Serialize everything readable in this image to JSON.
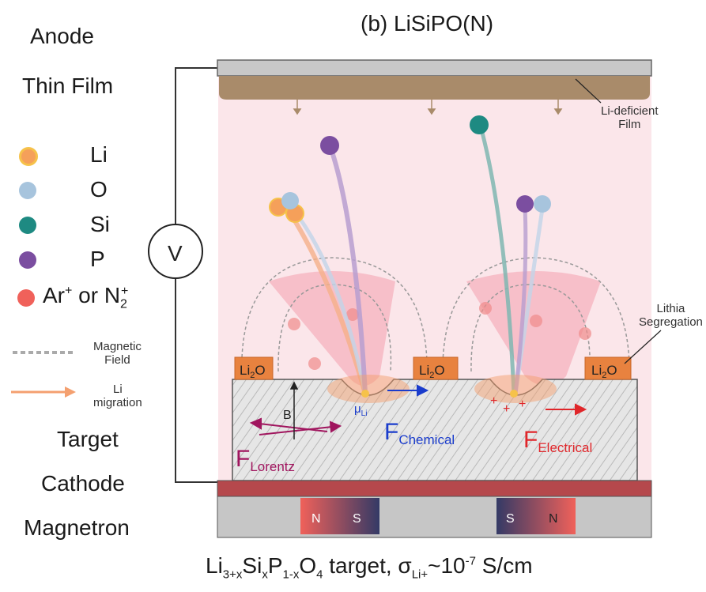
{
  "title": "(b) LiSiPO(N)",
  "left_labels": {
    "anode": "Anode",
    "thin_film": "Thin Film",
    "target": "Target",
    "cathode": "Cathode",
    "magnetron": "Magnetron"
  },
  "legend": {
    "li": {
      "label": "Li",
      "color": "#f5a05a"
    },
    "o": {
      "label": "O",
      "color": "#a7c4dd"
    },
    "si": {
      "label": "Si",
      "color": "#1e8a82"
    },
    "p": {
      "label": "P",
      "color": "#7b4ea0"
    },
    "ion": {
      "label_main": "Ar",
      "label_sup1": "+",
      "label_or": "or",
      "label_n": "N",
      "label_sub": "2",
      "label_sup2": "+",
      "color": "#f0615a"
    },
    "magnetic_field": {
      "line1": "Magnetic",
      "line2": "Field"
    },
    "li_migration": {
      "line1": "Li",
      "line2": "migration"
    }
  },
  "voltmeter": "V",
  "annotations": {
    "li_deficient_line1": "Li-deficient",
    "li_deficient_line2": "Film",
    "lithia_line1": "Lithia",
    "lithia_line2": "Segregation",
    "li2o": "Li",
    "li2o_sub": "2",
    "li2o_o": "O"
  },
  "forces": {
    "lorentz_f": "F",
    "lorentz_sub": "Lorentz",
    "chemical_f": "F",
    "chemical_sub": "Chemical",
    "electrical_f": "F",
    "electrical_sub": "Electrical",
    "b_label": "B",
    "mu_label": "μ",
    "mu_sub": "Li"
  },
  "magnets": {
    "n": "N",
    "s": "S"
  },
  "caption": {
    "li": "Li",
    "li_sub": "3+x",
    "si": "Si",
    "si_sub": "x",
    "p": "P",
    "p_sub": "1-x",
    "o": "O",
    "o_sub": "4",
    "rest": " target, σ",
    "sigma_sub": "Li+",
    "tail": "~10",
    "exp": "-7",
    "units": " S/cm"
  },
  "colors": {
    "plasma_bg": "#fbe6ea",
    "plume": "#f6b7c3",
    "force_lorentz": "#a0155e",
    "force_chemical": "#1a3ccc",
    "force_electrical": "#e0262a",
    "li2o_box": "#e8823f",
    "anode_film": "#a98b6a",
    "cathode": "#b5484c"
  }
}
